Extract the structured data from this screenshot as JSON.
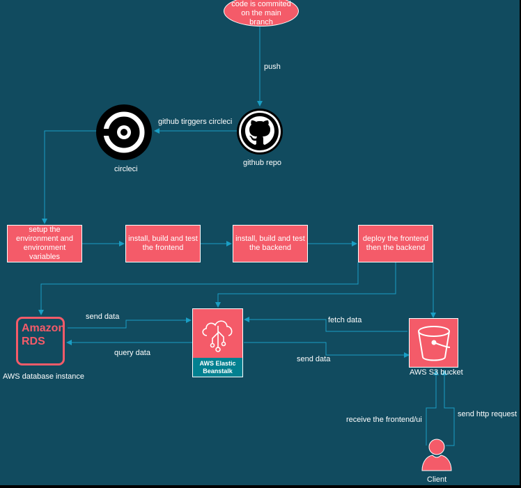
{
  "colors": {
    "background": "#114b5f",
    "node_fill": "#f45b69",
    "wire": "#1a9ec4",
    "text": "#ffffff",
    "beanstalk_caption": "#028090"
  },
  "nodes": {
    "commit": "code is commited on the main branch",
    "github": "github repo",
    "circleci": "circleci",
    "setup_env": "setup the environment and environment variables",
    "build_frontend": "install, build and test the frontend",
    "build_backend": "install, build and test the backend",
    "deploy": "deploy the frontend then the backend",
    "rds_caption": "AWS database instance",
    "rds_logo_line1": "Amazon",
    "rds_logo_line2": "RDS",
    "beanstalk_caption": "AWS Elastic Beanstalk",
    "s3_caption": "AWS S3 bucket",
    "client": "Client"
  },
  "edges": {
    "push": "push",
    "triggers": "github tirggers circleci",
    "send_data_rds": "send data",
    "query_data": "query data",
    "fetch_data": "fetch data",
    "send_data_s3": "send data",
    "receive_frontend": "receive the frontend/ui",
    "send_http": "send http request"
  },
  "icons": {
    "circleci": "circleci-logo-icon",
    "github": "github-octocat-icon",
    "rds": "amazon-rds-icon",
    "beanstalk": "elastic-beanstalk-icon",
    "s3": "s3-bucket-icon",
    "client": "user-icon"
  }
}
